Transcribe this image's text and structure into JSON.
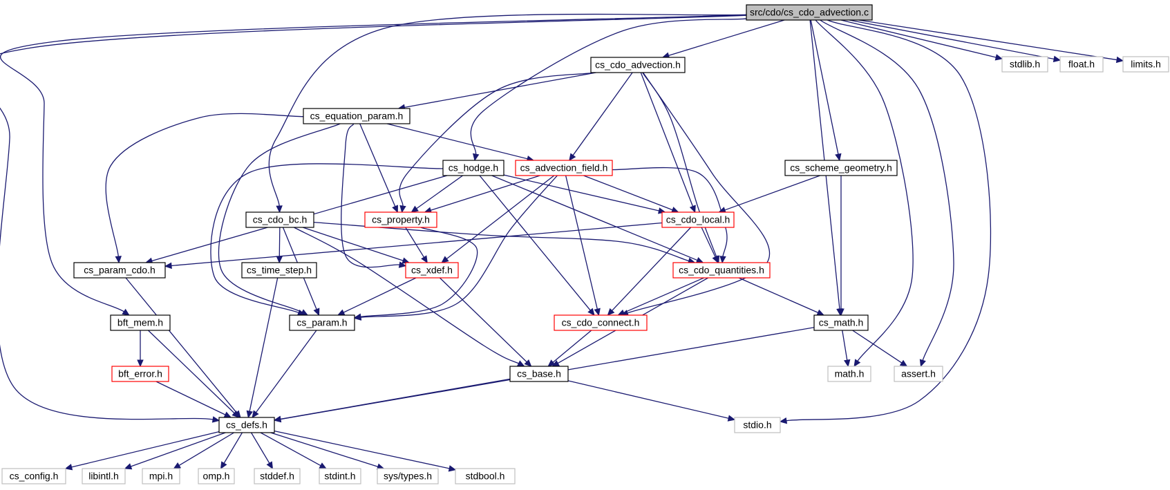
{
  "graph": {
    "edge_color": "#191970",
    "nodes": [
      {
        "id": "root",
        "label": "src/cdo/cs_cdo_advection.c",
        "style": "root"
      },
      {
        "id": "adv_h",
        "label": "cs_cdo_advection.h",
        "style": "normal"
      },
      {
        "id": "stdlib",
        "label": "stdlib.h",
        "style": "grey"
      },
      {
        "id": "float",
        "label": "float.h",
        "style": "grey"
      },
      {
        "id": "limits",
        "label": "limits.h",
        "style": "grey"
      },
      {
        "id": "eqp",
        "label": "cs_equation_param.h",
        "style": "normal"
      },
      {
        "id": "hodge",
        "label": "cs_hodge.h",
        "style": "normal"
      },
      {
        "id": "advf",
        "label": "cs_advection_field.h",
        "style": "red"
      },
      {
        "id": "sgeom",
        "label": "cs_scheme_geometry.h",
        "style": "normal"
      },
      {
        "id": "bc",
        "label": "cs_cdo_bc.h",
        "style": "normal"
      },
      {
        "id": "prop",
        "label": "cs_property.h",
        "style": "red"
      },
      {
        "id": "local",
        "label": "cs_cdo_local.h",
        "style": "red"
      },
      {
        "id": "pcdo",
        "label": "cs_param_cdo.h",
        "style": "normal"
      },
      {
        "id": "tstep",
        "label": "cs_time_step.h",
        "style": "normal"
      },
      {
        "id": "xdef",
        "label": "cs_xdef.h",
        "style": "red"
      },
      {
        "id": "quant",
        "label": "cs_cdo_quantities.h",
        "style": "red"
      },
      {
        "id": "bftmem",
        "label": "bft_mem.h",
        "style": "normal"
      },
      {
        "id": "param",
        "label": "cs_param.h",
        "style": "normal"
      },
      {
        "id": "conn",
        "label": "cs_cdo_connect.h",
        "style": "red"
      },
      {
        "id": "mathh",
        "label": "cs_math.h",
        "style": "normal"
      },
      {
        "id": "bfterr",
        "label": "bft_error.h",
        "style": "red"
      },
      {
        "id": "base",
        "label": "cs_base.h",
        "style": "normal"
      },
      {
        "id": "math",
        "label": "math.h",
        "style": "grey"
      },
      {
        "id": "assert",
        "label": "assert.h",
        "style": "grey"
      },
      {
        "id": "defs",
        "label": "cs_defs.h",
        "style": "normal"
      },
      {
        "id": "stdio",
        "label": "stdio.h",
        "style": "grey"
      },
      {
        "id": "config",
        "label": "cs_config.h",
        "style": "grey"
      },
      {
        "id": "libintl",
        "label": "libintl.h",
        "style": "grey"
      },
      {
        "id": "mpi",
        "label": "mpi.h",
        "style": "grey"
      },
      {
        "id": "omp",
        "label": "omp.h",
        "style": "grey"
      },
      {
        "id": "stddef",
        "label": "stddef.h",
        "style": "grey"
      },
      {
        "id": "stdint",
        "label": "stdint.h",
        "style": "grey"
      },
      {
        "id": "systypes",
        "label": "sys/types.h",
        "style": "grey"
      },
      {
        "id": "stdbool",
        "label": "stdbool.h",
        "style": "grey"
      }
    ],
    "edges": [
      [
        "root",
        "adv_h"
      ],
      [
        "root",
        "stdlib"
      ],
      [
        "root",
        "float"
      ],
      [
        "root",
        "limits"
      ],
      [
        "root",
        "hodge"
      ],
      [
        "root",
        "sgeom"
      ],
      [
        "root",
        "bc"
      ],
      [
        "root",
        "bftmem"
      ],
      [
        "root",
        "defs"
      ],
      [
        "root",
        "mathh"
      ],
      [
        "root",
        "math"
      ],
      [
        "root",
        "assert"
      ],
      [
        "root",
        "stdio"
      ],
      [
        "adv_h",
        "eqp"
      ],
      [
        "adv_h",
        "prop"
      ],
      [
        "adv_h",
        "advf"
      ],
      [
        "adv_h",
        "local"
      ],
      [
        "adv_h",
        "quant"
      ],
      [
        "adv_h",
        "conn"
      ],
      [
        "eqp",
        "pcdo"
      ],
      [
        "eqp",
        "param"
      ],
      [
        "eqp",
        "prop"
      ],
      [
        "eqp",
        "xdef"
      ],
      [
        "eqp",
        "advf"
      ],
      [
        "hodge",
        "pcdo"
      ],
      [
        "hodge",
        "prop"
      ],
      [
        "hodge",
        "local"
      ],
      [
        "hodge",
        "quant"
      ],
      [
        "hodge",
        "conn"
      ],
      [
        "hodge",
        "param"
      ],
      [
        "advf",
        "prop"
      ],
      [
        "advf",
        "local"
      ],
      [
        "advf",
        "quant"
      ],
      [
        "advf",
        "xdef"
      ],
      [
        "advf",
        "conn"
      ],
      [
        "advf",
        "param"
      ],
      [
        "sgeom",
        "local"
      ],
      [
        "sgeom",
        "mathh"
      ],
      [
        "bc",
        "tstep"
      ],
      [
        "bc",
        "xdef"
      ],
      [
        "bc",
        "param"
      ],
      [
        "bc",
        "quant"
      ],
      [
        "bc",
        "base"
      ],
      [
        "prop",
        "xdef"
      ],
      [
        "prop",
        "param"
      ],
      [
        "local",
        "pcdo"
      ],
      [
        "local",
        "quant"
      ],
      [
        "local",
        "conn"
      ],
      [
        "pcdo",
        "defs"
      ],
      [
        "tstep",
        "defs"
      ],
      [
        "xdef",
        "param"
      ],
      [
        "xdef",
        "base"
      ],
      [
        "quant",
        "conn"
      ],
      [
        "quant",
        "mathh"
      ],
      [
        "quant",
        "base"
      ],
      [
        "bftmem",
        "bfterr"
      ],
      [
        "bftmem",
        "defs"
      ],
      [
        "param",
        "defs"
      ],
      [
        "conn",
        "base"
      ],
      [
        "mathh",
        "math"
      ],
      [
        "mathh",
        "assert"
      ],
      [
        "mathh",
        "defs"
      ],
      [
        "bfterr",
        "defs"
      ],
      [
        "base",
        "defs"
      ],
      [
        "base",
        "stdio"
      ],
      [
        "defs",
        "config"
      ],
      [
        "defs",
        "libintl"
      ],
      [
        "defs",
        "mpi"
      ],
      [
        "defs",
        "omp"
      ],
      [
        "defs",
        "stddef"
      ],
      [
        "defs",
        "stdint"
      ],
      [
        "defs",
        "systypes"
      ],
      [
        "defs",
        "stdbool"
      ]
    ]
  }
}
